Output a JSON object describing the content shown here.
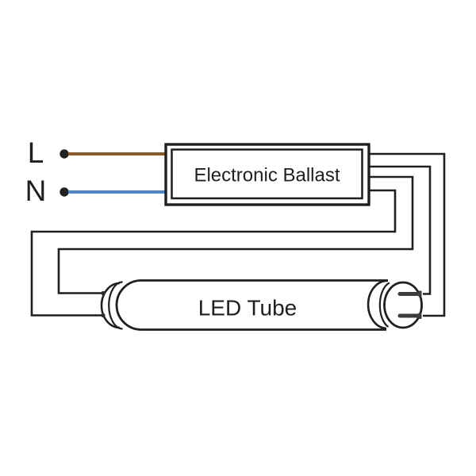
{
  "terminals": {
    "live": {
      "label": "L"
    },
    "neutral": {
      "label": "N"
    }
  },
  "ballast": {
    "label": "Electronic Ballast"
  },
  "tube": {
    "label": "LED Tube"
  },
  "colors": {
    "live_wire": "#8a5a2a",
    "neutral_wire": "#4c86c6",
    "outline": "#1f1f1f"
  }
}
